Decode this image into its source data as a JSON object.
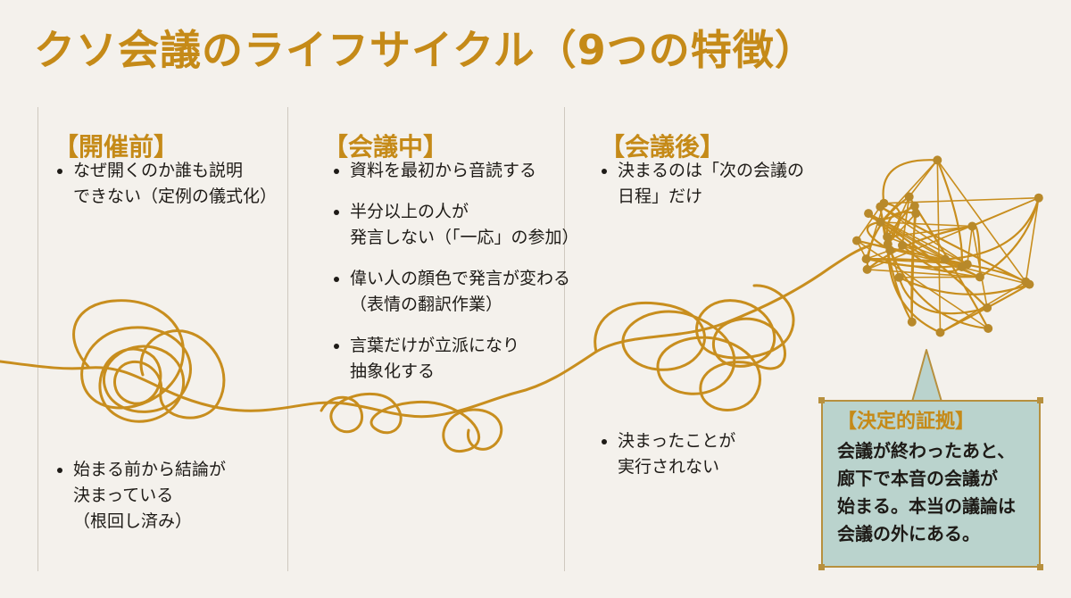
{
  "title": "クソ会議のライフサイクル（9つの特徴）",
  "colors": {
    "accent": "#c58a18",
    "line": "#c88e1e",
    "box_fill": "#bad3cd",
    "box_border": "#b7903e",
    "background": "#f4f1ec"
  },
  "before": {
    "heading": "【開催前】",
    "items": [
      "なぜ開くのか誰も説明\nできない（定例の儀式化）",
      "始まる前から結論が\n決まっている\n（根回し済み）"
    ]
  },
  "during": {
    "heading": "【会議中】",
    "items": [
      "資料を最初から音読する",
      "半分以上の人が\n発言しない（「一応」の参加）",
      "偉い人の顔色で発言が変わる\n（表情の翻訳作業）",
      "言葉だけが立派になり\n抽象化する"
    ]
  },
  "after": {
    "heading": "【会議後】",
    "items": [
      "決まるのは「次の会議の\n日程」だけ",
      "決まったことが\n実行されない"
    ]
  },
  "evidence": {
    "heading": "【決定的証拠】",
    "body": "会議が終わったあと、\n廊下で本音の会議が\n始まる。本当の議論は\n会議の外にある。"
  }
}
